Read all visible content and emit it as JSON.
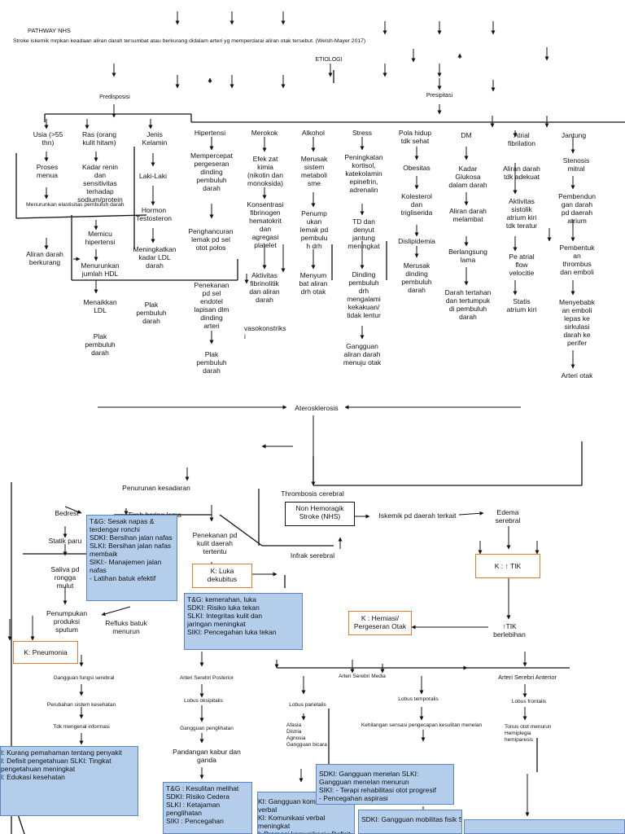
{
  "header": {
    "title": "PATHWAY NHS",
    "definition": "Stroke iskemik mrpkan keadaan aliran darah tersumbat atau  berkurang didalam arteri yg memperdarai aliran otak tersebut. (Welsh-Mayer 2017)"
  },
  "top": {
    "etiologi": "ETIOLOGI",
    "predisposisi": "Predisposisi",
    "presipitasi": "Presipitasi"
  },
  "predisposisi": {
    "usia": "Usia (>55\nthn)",
    "ras": "Ras (orang\nkulit hitam)",
    "jenis_kelamin": "Jenis\nKelamin",
    "proses_menua": "Proses\nmenua",
    "menurunkan_elastisitas": "Menurunkan elastisitas pembuluh darah",
    "aliran_darah_berkurang": "Aliran darah\nberkurang",
    "kadar_renin": "Kadar renin\ndan\nsensitivitas\nterhadap\nsodium/protein",
    "memicu_hipertensi": "Memicu\nhipertensi",
    "menurunkan_hdl": "Menurunkan\njumlah HDL",
    "menaikkan_ldl": "Menaikkan\nLDL",
    "plak_ras": "Plak\npembuluh\ndarah",
    "laki_laki": "Laki-Laki",
    "hormon_testosteron": "Hormon\nTestosteron",
    "meningkatkan_ldl": "Meningkatkan\nkadar LDL\ndarah",
    "plak_jk": "Plak\npembuluh\ndarah"
  },
  "presipitasi": {
    "hipertensi": "Hipertensi",
    "mempercepat": "Mempercepat\npergeseran\ndinding\npembuluh\ndarah",
    "penghancuran": "Penghancuran\nlemak pd sel\notot polos",
    "penekanan_sel": "Penekanan\npd sel\nendotel\nlapisan dlm\ndinding\narteri",
    "plak_hipertensi": "Plak\npembuluh\ndarah",
    "merokok": "Merokok",
    "efek_zat": "Efek zat\nkimia\n(nikotin dan\nmonoksida)",
    "konsentrasi": "Konsentrasi\nfibrinogen\nhematokrit\ndan\nagregasi\nplatelet",
    "aktivitas_fibrinolitik": "Aktivitas\nfibrinolitik\ndan aliran\ndarah",
    "vasokonstriksi": "vasokonstriks\ni",
    "alkohol": "Alkohol",
    "merusak_metabolisme": "Merusak\nsistem\nmetaboli\nsme",
    "penumpukan_lemak": "Penump\nukan\nlemak pd\npembulu\nh drh",
    "menyumbat": "Menyum\nbat aliran\ndrh otak",
    "stress": "Stress",
    "kortisol": "Peningkatan\nkortisol,\nkatekolamin\nepinefrin,\nadrenalin",
    "td_denyut": "TD dan\ndenyut\njantung\nmeningkat",
    "dinding_lentur": "Dinding\npembuluh\ndrh\nmengalami\nkekakuan/\ntidak lentur",
    "gangguan_aliran": "Gangguan\naliran darah\nmenuju otak",
    "pola_hidup": "Pola hidup\ntdk sehat",
    "obesitas": "Obesitas",
    "kolesterol": "Kolesterol\ndan\ntrigliserida",
    "dislipidemia": "Dislipidemia",
    "merusak_dinding": "Merusak\ndinding\npembuluh\ndarah",
    "dm": "DM",
    "kadar_glukosa": "Kadar\nGlukosa\ndalam darah",
    "aliran_melambat": "Aliran darah\nmelambat",
    "berlangsung_lama": "Berlangsung\nlama",
    "darah_tertahan": "Darah tertahan\ndan tertumpuk\ndi pembuluh\ndarah",
    "atrial_fibrilation": "Atrial\nfibrilation",
    "aliran_tdk_adekuat": "Aliran darah\ntdk adekuat",
    "aktivitas_sistolik": "Aktivitas\nsistolik\natrium kiri\ntdk teratur",
    "pe_atrial_flow": "Pe    atrial\nflow\nvelocitie",
    "statis_atrium": "Statis\natrium kiri",
    "jantung": "Jantung",
    "stenosis_mitral": "Stenosis\nmitral",
    "pembendungan": "Pembendun\ngan darah\npd daerah\natrium",
    "pembentukan_thrombus": "Pembentuk\nan\nthrombus\ndan emboli",
    "menyebabkan_emboli": "Menyebabk\nan emboli\nlepas ke\nsirkulasi\ndarah ke\nperifer",
    "arteri_otak": "Arteri otak"
  },
  "middle": {
    "aterosklerosis": "Aterosklerosis",
    "thrombosis": "Thrombosis cerebral",
    "non_hemoragik": "Non Hemoragik\nStroke (NHS)",
    "iskemik": "Iskemik pd daerah terkait",
    "edema": "Edema\nserebral",
    "infark": "Infrak serebral",
    "penurunan_kesadaran": "Penurunan kesadaran",
    "tirah_baring": "Tirah baring lama",
    "bedrest": "Bedrest",
    "penekanan_kulit": "Penekanan pd\nkulit daerah\ntertentu",
    "statik_paru": "Statik paru",
    "saliva": "Saliva pd\nrongga\nmulut",
    "penumpukan_sputum": "Penumpukan\nproduksi\nsputum",
    "refluks_batuk": "Refluks batuk\nmenurun",
    "k_luka": "K: Luka\ndekubitus",
    "k_pneumonia": "K: Pneumonia",
    "k_tik": "K : ↑ TIK",
    "k_herniasi": "K : Herniasi/\nPergeseran Otak",
    "tik_berlebihan": "↑TIK\nberlebihan"
  },
  "boxes": {
    "napas": "T&G: Sesak napas &\nterdengar ronchi\nSDKI: Bersihan jalan nafas\nSLKI: Bersihan jalan nafas\nmembaik\nSIKI:- Manajemen jalan\n       nafas\n     - Latihan batuk efektif",
    "kulit": "T&G: kemerahan, luka\nSDKI: Risiko luka tekan\nSLKI: Integritas kulit dan\njaringan meningkat\n SIKI: Pencegahan luka tekan",
    "pengetahuan": "I: Kurang pemahaman tentang penyakit\nI: Defisit pengetahuan SLKI: Tingkat pengetahuan meningkat\nI: Edukasi kesehatan",
    "penglihatan": "T&G : Kesulitan melihat\nSDKI: Risiko Cedera\nSLKI : Ketajaman\npenglihatan\nSIKI : Pencegahan",
    "komunikasi": "KI: Gangguan komunikasi verbal\nKI: Komunikasi verbal meningkat\nI: Promosi komunikasi : Defisit bicara",
    "menelan": "SDKI: Gangguan menelan SLKI: Gangguan menelan menurun\nSIKI: - Terapi rehabilitasi otot progresif\n     - Pencegahan aspirasi",
    "mobilitas": "SDKI: Gangguan mobilitas fisik SLKI: Mobilitas fisik meningkat SIKI: Teknik latihan pe"
  },
  "bottom": {
    "gangguan_fungsi": "Gangguan fungsi serebral",
    "perubahan_sistem": "Perubahan sistem kesehatan",
    "tdk_mengenal": "Tdk mengenal informasi",
    "arteri_posterior": "Arteri Serebri Posterior",
    "lobus_oksipitalis": "Lobus oksipitalis",
    "gangguan_penglihatan": "Gangguan penglihatan",
    "pandangan_kabur": "Pandangan kabur dan\nganda",
    "arteri_media": "Arteri Serebri Media",
    "lobus_parietalis": "Lobus parietalis",
    "afasia": "Afasia\nDistria\nAgnosia\nGangguan bicara",
    "lobus_temporalis": "Lobus temporalis",
    "kehilangan_sensasi": "Kehilangan sensasi pengecapan kesulitan menelan",
    "arteri_anterior": "Arteri Serebri Anterior",
    "lobus_frontalis": "Lobus frontalis",
    "tonus_otot": "Tonus otot menurun\nHemiplegia\nhemiparesis"
  }
}
